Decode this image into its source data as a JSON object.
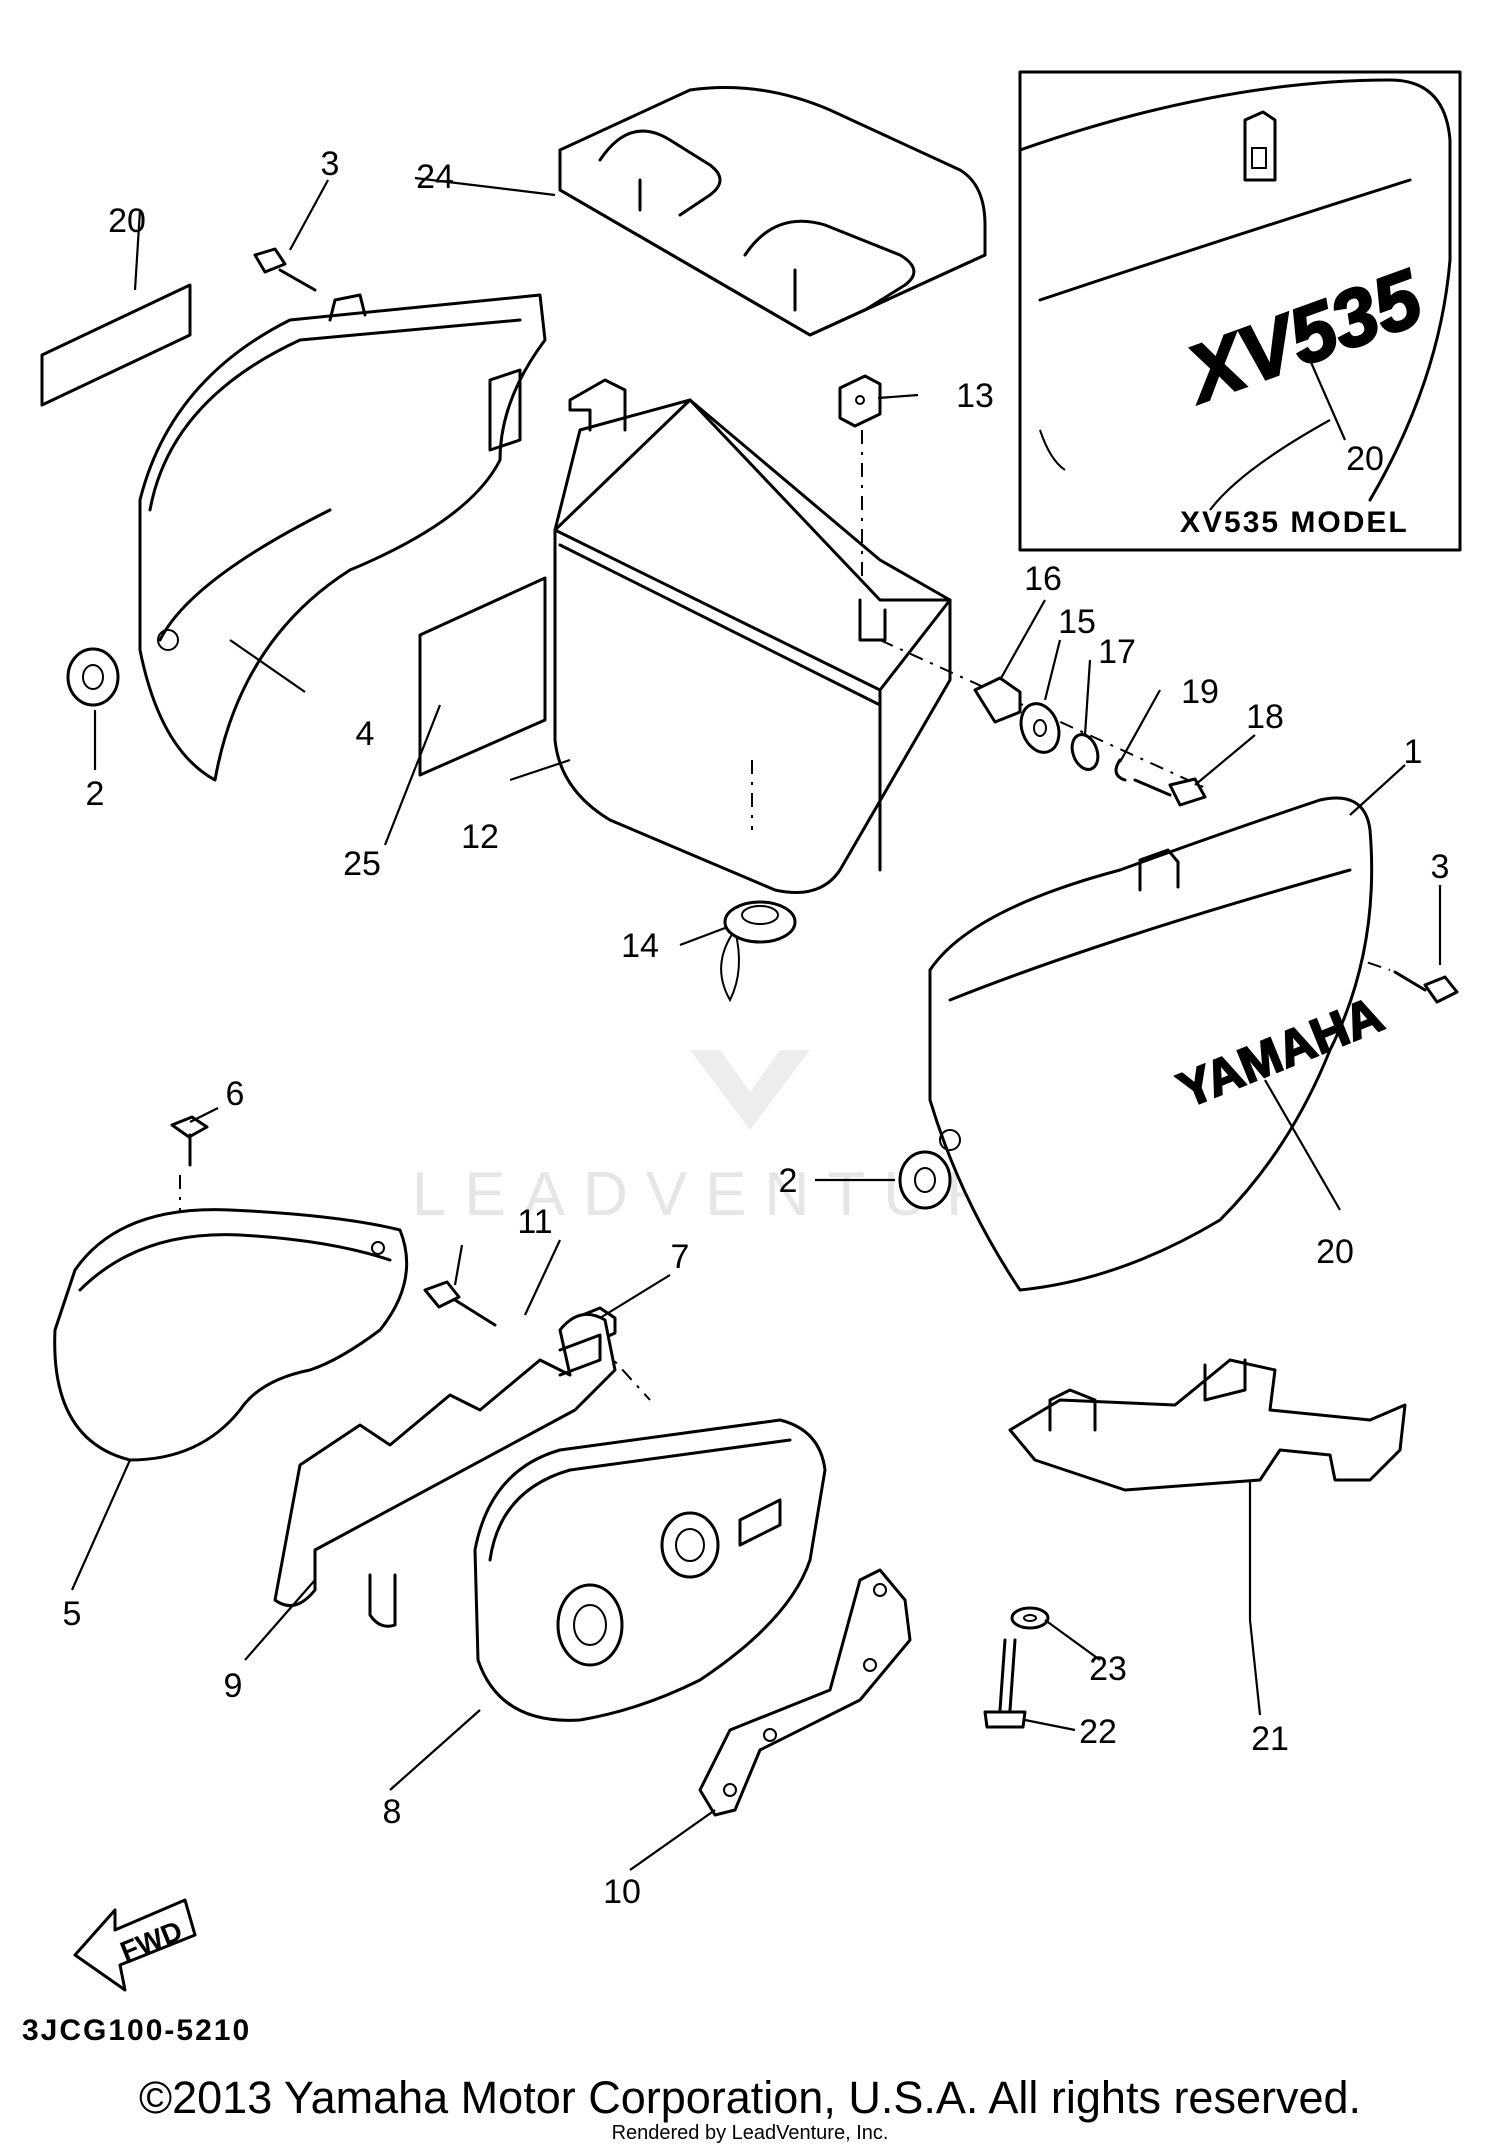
{
  "inset": {
    "label": "XV535 MODEL",
    "decal_text": "XV535"
  },
  "side_cover_brand": "YAMAHA",
  "fwd_arrow_text": "FWD",
  "diagram_code": "3JCG100-5210",
  "watermark": "LEADVENTURE",
  "copyright": "©2013 Yamaha Motor Corporation, U.S.A. All rights reserved.",
  "rendered_by": "Rendered by LeadVenture, Inc.",
  "callouts": {
    "c1": "1",
    "c2a": "2",
    "c2b": "2",
    "c3a": "3",
    "c3b": "3",
    "c4": "4",
    "c5": "5",
    "c6": "6",
    "c7": "7",
    "c8": "8",
    "c9": "9",
    "c10": "10",
    "c11": "11",
    "c12": "12",
    "c13": "13",
    "c14": "14",
    "c15": "15",
    "c16": "16",
    "c17": "17",
    "c18": "18",
    "c19": "19",
    "c20a": "20",
    "c20b": "20",
    "c20c": "20",
    "c21": "21",
    "c22": "22",
    "c23": "23",
    "c24": "24",
    "c25": "25"
  }
}
